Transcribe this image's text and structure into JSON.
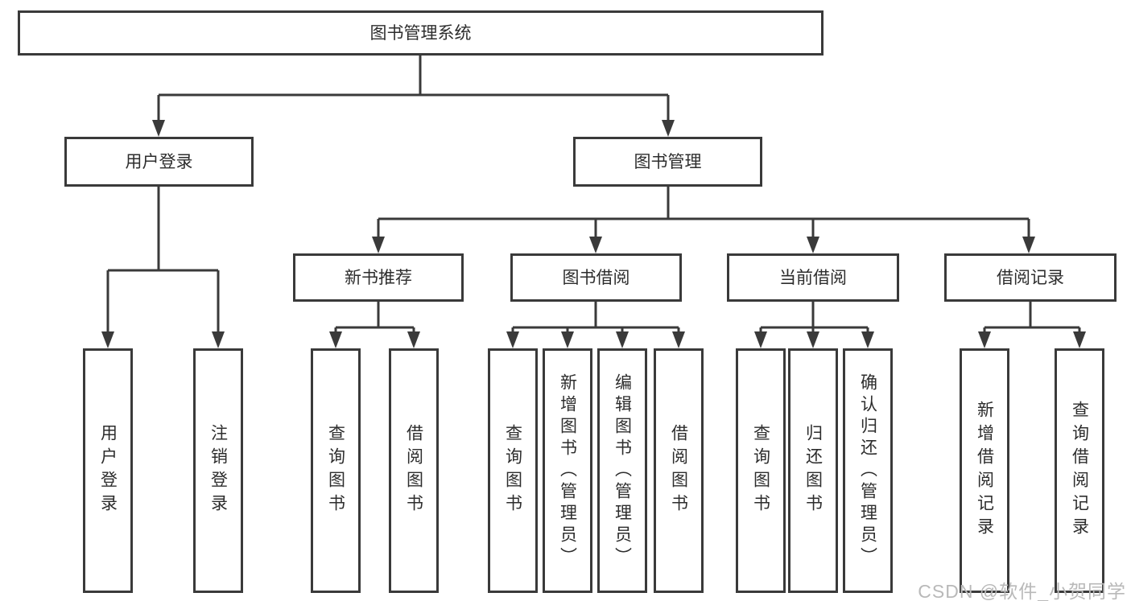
{
  "watermark": "CSDN @软件_小贺同学",
  "line_color": "#3a3a3a",
  "root": {
    "label": "图书管理系统",
    "children": [
      {
        "label": "用户登录",
        "children": [
          {
            "label": "用户登录"
          },
          {
            "label": "注销登录"
          }
        ]
      },
      {
        "label": "图书管理",
        "children": [
          {
            "label": "新书推荐",
            "children": [
              {
                "label": "查询图书"
              },
              {
                "label": "借阅图书"
              }
            ]
          },
          {
            "label": "图书借阅",
            "children": [
              {
                "label": "查询图书"
              },
              {
                "label": "新增图书（管理员）"
              },
              {
                "label": "编辑图书（管理员）"
              },
              {
                "label": "借阅图书"
              }
            ]
          },
          {
            "label": "当前借阅",
            "children": [
              {
                "label": "查询图书"
              },
              {
                "label": "归还图书"
              },
              {
                "label": "确认归还（管理员）"
              }
            ]
          },
          {
            "label": "借阅记录",
            "children": [
              {
                "label": "新增借阅记录"
              },
              {
                "label": "查询借阅记录"
              }
            ]
          }
        ]
      }
    ]
  }
}
